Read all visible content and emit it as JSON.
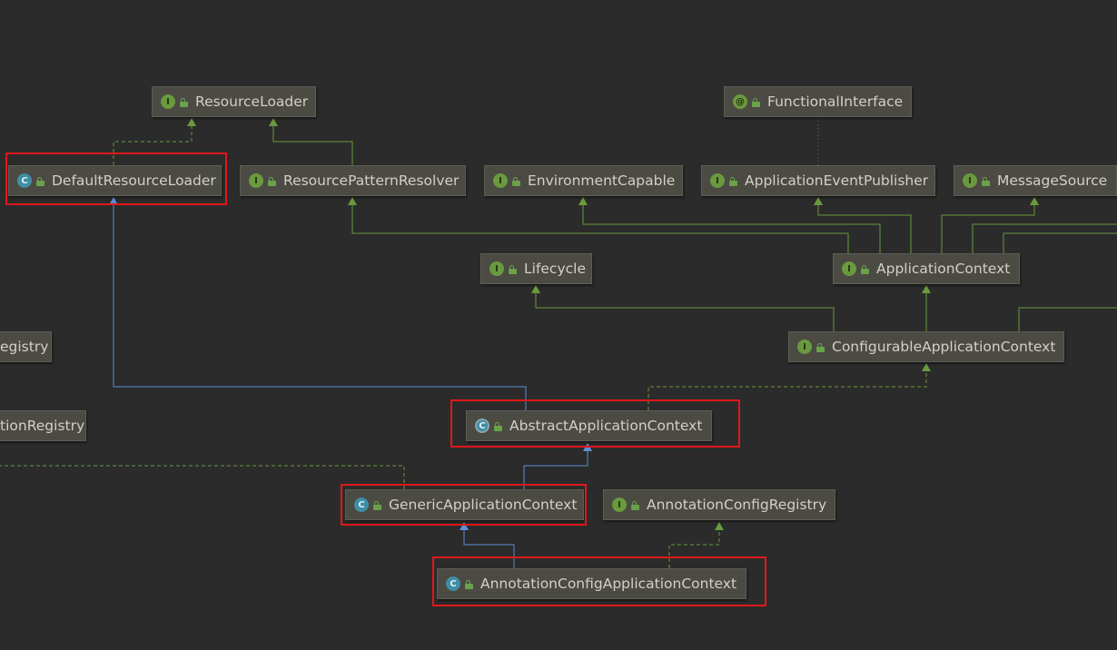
{
  "nodes": [
    {
      "id": "ResourceLoader",
      "label": "ResourceLoader",
      "kind": "interface",
      "icon": "interface-icon"
    },
    {
      "id": "FunctionalInterface",
      "label": "FunctionalInterface",
      "kind": "annotation",
      "icon": "annotation-icon"
    },
    {
      "id": "DefaultResourceLoader",
      "label": "DefaultResourceLoader",
      "kind": "class",
      "icon": "class-icon"
    },
    {
      "id": "ResourcePatternResolver",
      "label": "ResourcePatternResolver",
      "kind": "interface",
      "icon": "interface-icon"
    },
    {
      "id": "EnvironmentCapable",
      "label": "EnvironmentCapable",
      "kind": "interface",
      "icon": "interface-icon"
    },
    {
      "id": "ApplicationEventPublisher",
      "label": "ApplicationEventPublisher",
      "kind": "interface",
      "icon": "interface-icon"
    },
    {
      "id": "MessageSource",
      "label": "MessageSource",
      "kind": "interface",
      "icon": "interface-icon"
    },
    {
      "id": "Lifecycle",
      "label": "Lifecycle",
      "kind": "interface",
      "icon": "interface-icon"
    },
    {
      "id": "ApplicationContext",
      "label": "ApplicationContext",
      "kind": "interface",
      "icon": "interface-icon"
    },
    {
      "id": "egistry",
      "label": "egistry",
      "kind": "partial",
      "icon": ""
    },
    {
      "id": "ConfigurableApplicationContext",
      "label": "ConfigurableApplicationContext",
      "kind": "interface",
      "icon": "interface-icon"
    },
    {
      "id": "tionRegistry",
      "label": "tionRegistry",
      "kind": "partial",
      "icon": ""
    },
    {
      "id": "AbstractApplicationContext",
      "label": "AbstractApplicationContext",
      "kind": "abstract",
      "icon": "abstract-class-icon"
    },
    {
      "id": "GenericApplicationContext",
      "label": "GenericApplicationContext",
      "kind": "class",
      "icon": "class-icon"
    },
    {
      "id": "AnnotationConfigRegistry",
      "label": "AnnotationConfigRegistry",
      "kind": "interface",
      "icon": "interface-icon"
    },
    {
      "id": "AnnotationConfigApplicationContext",
      "label": "AnnotationConfigApplicationContext",
      "kind": "class",
      "icon": "class-icon"
    }
  ],
  "highlighted": [
    "DefaultResourceLoader",
    "AbstractApplicationContext",
    "GenericApplicationContext",
    "AnnotationConfigApplicationContext"
  ],
  "badge_letters": {
    "interface": "I",
    "class": "C",
    "abstract": "C",
    "annotation": "@"
  },
  "colors": {
    "background": "#2b2b2b",
    "node": "#4b4a43",
    "extends_interface": "#6a9a3d",
    "extends_class": "#5b8fd6",
    "highlight": "#e0171a"
  }
}
